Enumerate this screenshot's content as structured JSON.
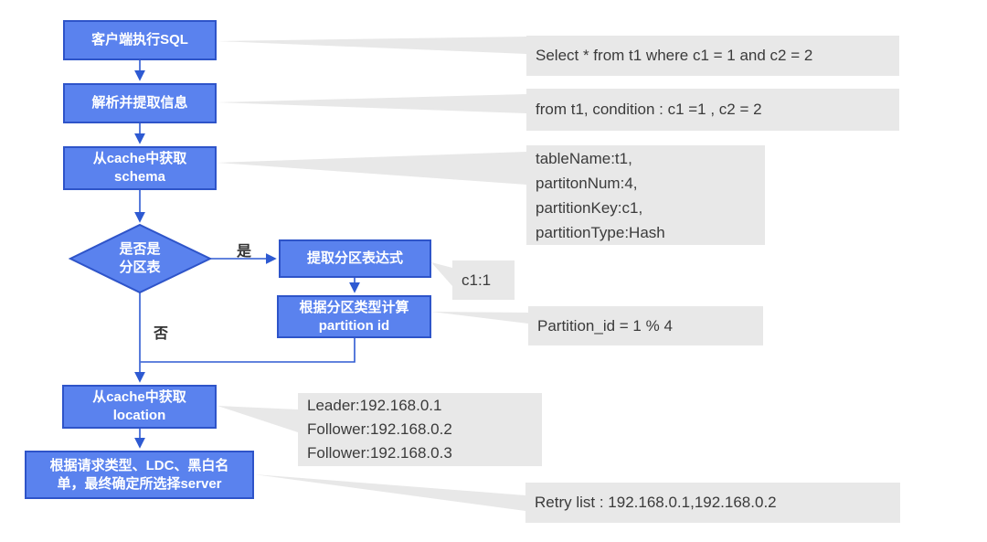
{
  "diagram": {
    "nodes": {
      "client_sql": "客户端执行SQL",
      "parse_extract": "解析并提取信息",
      "get_schema": "从cache中获取\nschema",
      "is_partition_table": "是否是\n分区表",
      "extract_partition_expr": "提取分区表达式",
      "calc_partition_id": "根据分区类型计算\npartition id",
      "get_location": "从cache中获取\nlocation",
      "choose_server": "根据请求类型、LDC、黑白名\n单，最终确定所选择server"
    },
    "edge_labels": {
      "yes": "是",
      "no": "否"
    },
    "callouts": {
      "sql_text": "Select * from t1 where c1 = 1 and c2 = 2",
      "parsed_condition": "from t1, condition : c1 =1 , c2 = 2",
      "schema_info": "tableName:t1,\npartitonNum:4,\npartitionKey:c1,\npartitionType:Hash",
      "partition_expr_value": "c1:1",
      "partition_id_result": "Partition_id = 1 % 4",
      "location_replicas": "Leader:192.168.0.1\nFollower:192.168.0.2\nFollower:192.168.0.3",
      "retry_list": "Retry list : 192.168.0.1,192.168.0.2"
    },
    "colors": {
      "node_fill": "#5a82ee",
      "node_border": "#2e54c9",
      "connector": "#2e5ad2",
      "callout_bg": "#e8e8e8",
      "callout_text": "#3b3b3b"
    }
  }
}
